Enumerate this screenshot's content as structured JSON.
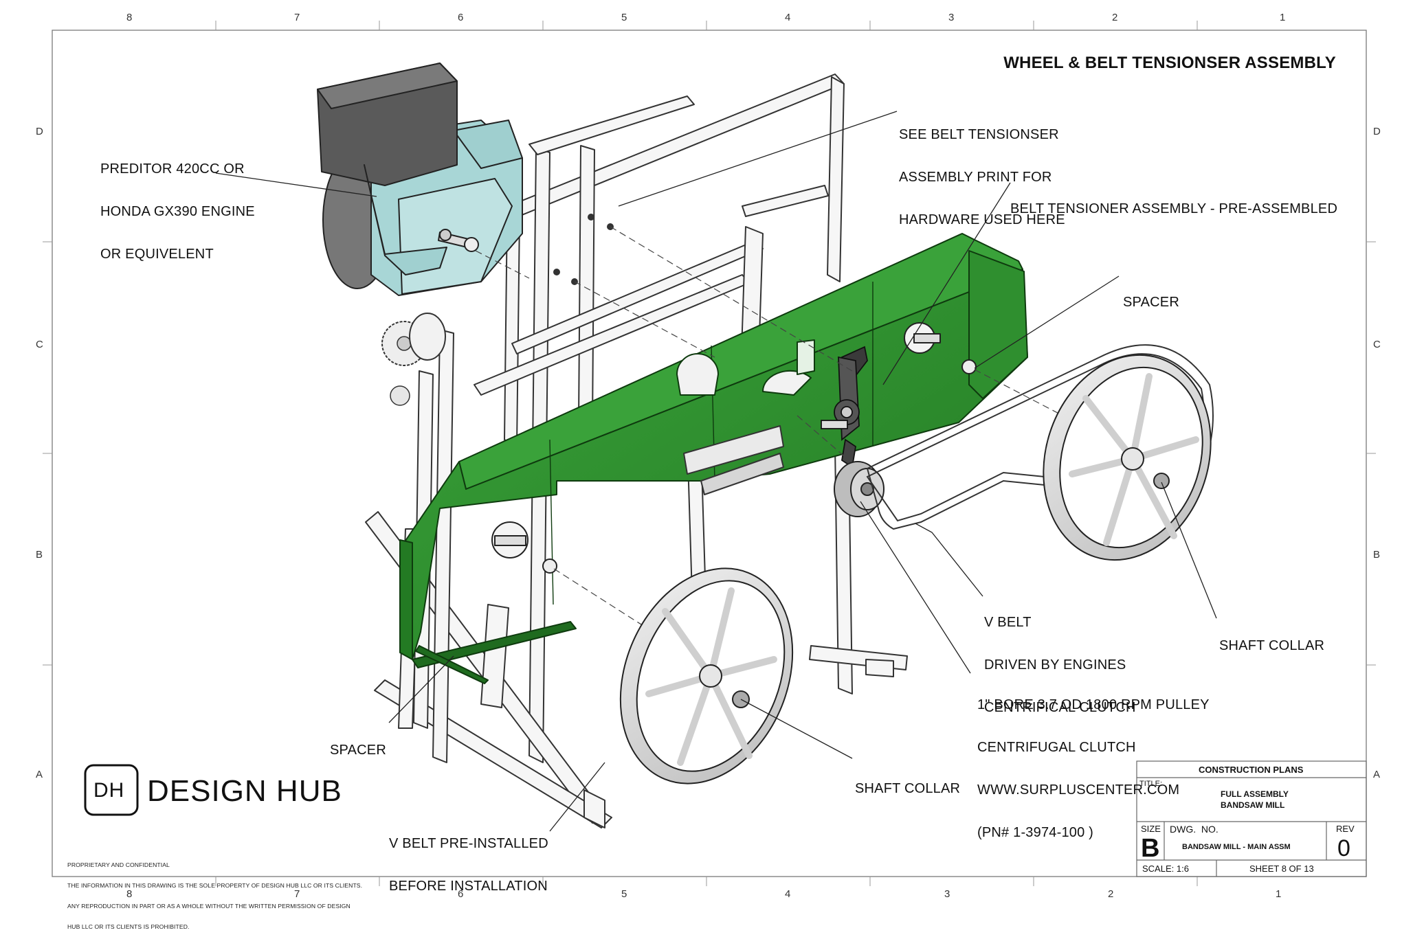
{
  "title": "WHEEL & BELT TENSIONSER ASSEMBLY",
  "zones": {
    "columns": [
      "8",
      "7",
      "6",
      "5",
      "4",
      "3",
      "2",
      "1"
    ],
    "rows": [
      "D",
      "C",
      "B",
      "A"
    ]
  },
  "callouts": {
    "engine": [
      "PREDITOR 420CC OR",
      "HONDA GX390 ENGINE",
      "OR EQUIVELENT"
    ],
    "see_tensioner": [
      "SEE BELT TENSIONSER",
      "ASSEMBLY PRINT FOR",
      "HARDWARE USED HERE"
    ],
    "tensioner_assembly": [
      "BELT TENSIONER ASSEMBLY - PRE-ASSEMBLED"
    ],
    "spacer_right": [
      "SPACER"
    ],
    "v_belt": [
      "V BELT",
      "DRIVEN BY ENGINES",
      "CENTRIFICAL CLUTCH"
    ],
    "shaft_collar_right": [
      "SHAFT COLLAR"
    ],
    "pulley": [
      "1\" BORE 3.7 OD 1800 RPM PULLEY",
      "CENTRIFUGAL CLUTCH",
      "WWW.SURPLUSCENTER.COM",
      "(PN# 1-3974-100 )"
    ],
    "spacer_left": [
      "SPACER"
    ],
    "shaft_collar_bottom": [
      "SHAFT COLLAR"
    ],
    "v_belt_preinstalled": [
      "V BELT PRE-INSTALLED",
      "BEFORE INSTALLATION"
    ]
  },
  "logo": {
    "mark": "DH",
    "name": "DESIGN HUB"
  },
  "confidential": [
    "PROPRIETARY AND CONFIDENTIAL",
    "THE INFORMATION IN THIS DRAWING IS THE SOLE PROPERTY OF DESIGN HUB LLC OR ITS CLIENTS.",
    "ANY REPRODUCTION IN PART OR AS A WHOLE WITHOUT THE WRITTEN PERMISSION OF DESIGN",
    "HUB LLC OR ITS CLIENTS IS PROHIBITED."
  ],
  "title_block": {
    "header": "CONSTRUCTION PLANS",
    "title_label": "TITLE:",
    "title_lines": [
      "FULL ASSEMBLY",
      "BANDSAW MILL"
    ],
    "size_label": "SIZE",
    "size_value": "B",
    "dwg_label": "DWG.  NO.",
    "dwg_value": "BANDSAW MILL - MAIN ASSM",
    "rev_label": "REV",
    "rev_value": "0",
    "scale": "SCALE: 1:6",
    "sheet": "SHEET 8 OF 13"
  },
  "colors": {
    "housing_green": "#2e8b2e",
    "housing_dark": "#1f6b1f",
    "engine_blue": "#a8d6d6",
    "engine_cover": "#5a5a5a",
    "frame": "#f4f4f4",
    "wheel": "#dcdcdc"
  }
}
